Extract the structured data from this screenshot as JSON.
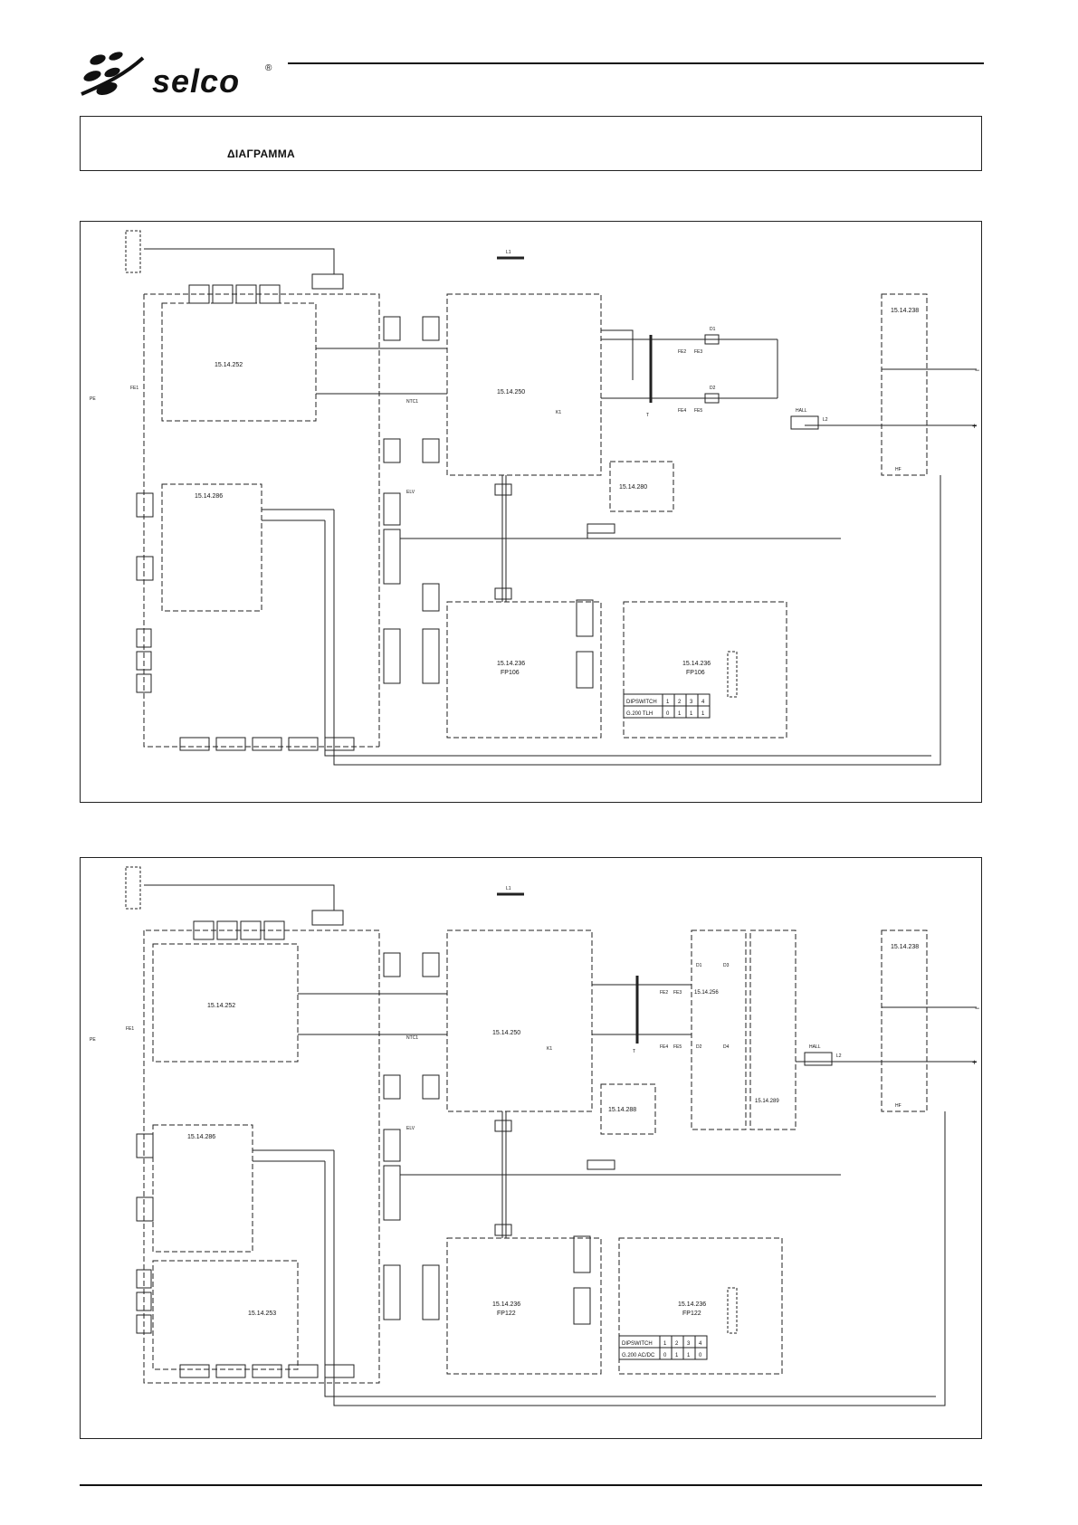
{
  "brand": {
    "logo_text": "selco",
    "registered_mark": "®"
  },
  "header": {
    "section_title": "ΔΙΑΓΡΑΜΜΑ"
  },
  "diagrams": [
    {
      "boards": {
        "input_board": "15.14.252",
        "main_board": "15.14.250",
        "aux_board": "15.14.286",
        "hf_board": "15.14.280",
        "output_board": "15.14.238",
        "control_board_left": "15.14.236",
        "control_board_left_sub": "FP106",
        "control_board_right": "15.14.236",
        "control_board_right_sub": "FP106"
      },
      "labels": {
        "fe1": "FE1",
        "fe2": "FE2",
        "fe3": "FE3",
        "fe4": "FE4",
        "fe5": "FE5",
        "pe": "PE",
        "l1": "L1",
        "l2": "L2",
        "hall": "HALL",
        "ntc": "NTC1",
        "elv": "ELV",
        "hf": "HF",
        "k1": "K1",
        "t": "T",
        "d1": "D1",
        "d2": "D2",
        "plus": "+",
        "minus": "−"
      },
      "dipswitch": {
        "header": [
          "DIPSWITCH",
          "1",
          "2",
          "3",
          "4"
        ],
        "row": [
          "G.200 TLH",
          "0",
          "1",
          "1",
          "1"
        ]
      }
    },
    {
      "boards": {
        "input_board": "15.14.252",
        "main_board": "15.14.250",
        "aux_board": "15.14.286",
        "hf_board": "15.14.288",
        "output_board": "15.14.238",
        "bottom_left_board": "15.14.253",
        "rectifier_board": "15.14.256",
        "diode_board": "15.14.289",
        "control_board_left": "15.14.236",
        "control_board_left_sub": "FP122",
        "control_board_right": "15.14.236",
        "control_board_right_sub": "FP122"
      },
      "labels": {
        "fe1": "FE1",
        "fe2": "FE2",
        "fe3": "FE3",
        "fe4": "FE4",
        "fe5": "FE5",
        "pe": "PE",
        "l1": "L1",
        "l2": "L2",
        "hall": "HALL",
        "ntc": "NTC1",
        "elv": "ELV",
        "hf": "HF",
        "k1": "K1",
        "t": "T",
        "d1": "D1",
        "d2": "D2",
        "d3": "D3",
        "d4": "D4",
        "plus": "+",
        "minus": "−"
      },
      "dipswitch": {
        "header": [
          "DIPSWITCH",
          "1",
          "2",
          "3",
          "4"
        ],
        "row": [
          "G.200 AC/DC",
          "0",
          "1",
          "1",
          "0"
        ]
      }
    }
  ]
}
